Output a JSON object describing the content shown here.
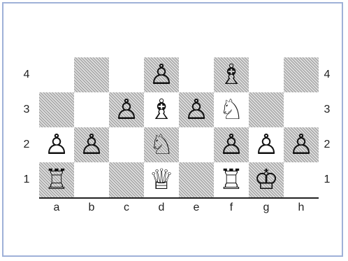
{
  "board": {
    "files": [
      "a",
      "b",
      "c",
      "d",
      "e",
      "f",
      "g",
      "h"
    ],
    "ranks": [
      "4",
      "3",
      "2",
      "1"
    ],
    "light_color": "#ffffff",
    "dark_pattern_colors": [
      "#9a9a9a",
      "#dcdcdc"
    ],
    "frame_color": "#9fb1d8",
    "squares": [
      [
        {
          "coord": "a4",
          "shade": "light",
          "piece": "",
          "glyph": ""
        },
        {
          "coord": "b4",
          "shade": "dark",
          "piece": "",
          "glyph": ""
        },
        {
          "coord": "c4",
          "shade": "light",
          "piece": "",
          "glyph": ""
        },
        {
          "coord": "d4",
          "shade": "dark",
          "piece": "white-pawn",
          "glyph": "♙"
        },
        {
          "coord": "e4",
          "shade": "light",
          "piece": "",
          "glyph": ""
        },
        {
          "coord": "f4",
          "shade": "dark",
          "piece": "white-bishop",
          "glyph": "♗"
        },
        {
          "coord": "g4",
          "shade": "light",
          "piece": "",
          "glyph": ""
        },
        {
          "coord": "h4",
          "shade": "dark",
          "piece": "",
          "glyph": ""
        }
      ],
      [
        {
          "coord": "a3",
          "shade": "dark",
          "piece": "",
          "glyph": ""
        },
        {
          "coord": "b3",
          "shade": "light",
          "piece": "",
          "glyph": ""
        },
        {
          "coord": "c3",
          "shade": "dark",
          "piece": "white-pawn",
          "glyph": "♙"
        },
        {
          "coord": "d3",
          "shade": "light",
          "piece": "white-bishop",
          "glyph": "♗"
        },
        {
          "coord": "e3",
          "shade": "dark",
          "piece": "white-pawn",
          "glyph": "♙"
        },
        {
          "coord": "f3",
          "shade": "light",
          "piece": "white-knight",
          "glyph": "♘"
        },
        {
          "coord": "g3",
          "shade": "dark",
          "piece": "",
          "glyph": ""
        },
        {
          "coord": "h3",
          "shade": "light",
          "piece": "",
          "glyph": ""
        }
      ],
      [
        {
          "coord": "a2",
          "shade": "light",
          "piece": "white-pawn",
          "glyph": "♙"
        },
        {
          "coord": "b2",
          "shade": "dark",
          "piece": "white-pawn",
          "glyph": "♙"
        },
        {
          "coord": "c2",
          "shade": "light",
          "piece": "",
          "glyph": ""
        },
        {
          "coord": "d2",
          "shade": "dark",
          "piece": "white-knight",
          "glyph": "♘"
        },
        {
          "coord": "e2",
          "shade": "light",
          "piece": "",
          "glyph": ""
        },
        {
          "coord": "f2",
          "shade": "dark",
          "piece": "white-pawn",
          "glyph": "♙"
        },
        {
          "coord": "g2",
          "shade": "light",
          "piece": "white-pawn",
          "glyph": "♙"
        },
        {
          "coord": "h2",
          "shade": "dark",
          "piece": "white-pawn",
          "glyph": "♙"
        }
      ],
      [
        {
          "coord": "a1",
          "shade": "dark",
          "piece": "white-rook",
          "glyph": "♖"
        },
        {
          "coord": "b1",
          "shade": "light",
          "piece": "",
          "glyph": ""
        },
        {
          "coord": "c1",
          "shade": "dark",
          "piece": "",
          "glyph": ""
        },
        {
          "coord": "d1",
          "shade": "light",
          "piece": "white-queen",
          "glyph": "♕"
        },
        {
          "coord": "e1",
          "shade": "dark",
          "piece": "",
          "glyph": ""
        },
        {
          "coord": "f1",
          "shade": "light",
          "piece": "white-rook",
          "glyph": "♖"
        },
        {
          "coord": "g1",
          "shade": "dark",
          "piece": "white-king",
          "glyph": "♔"
        },
        {
          "coord": "h1",
          "shade": "light",
          "piece": "",
          "glyph": ""
        }
      ]
    ]
  }
}
